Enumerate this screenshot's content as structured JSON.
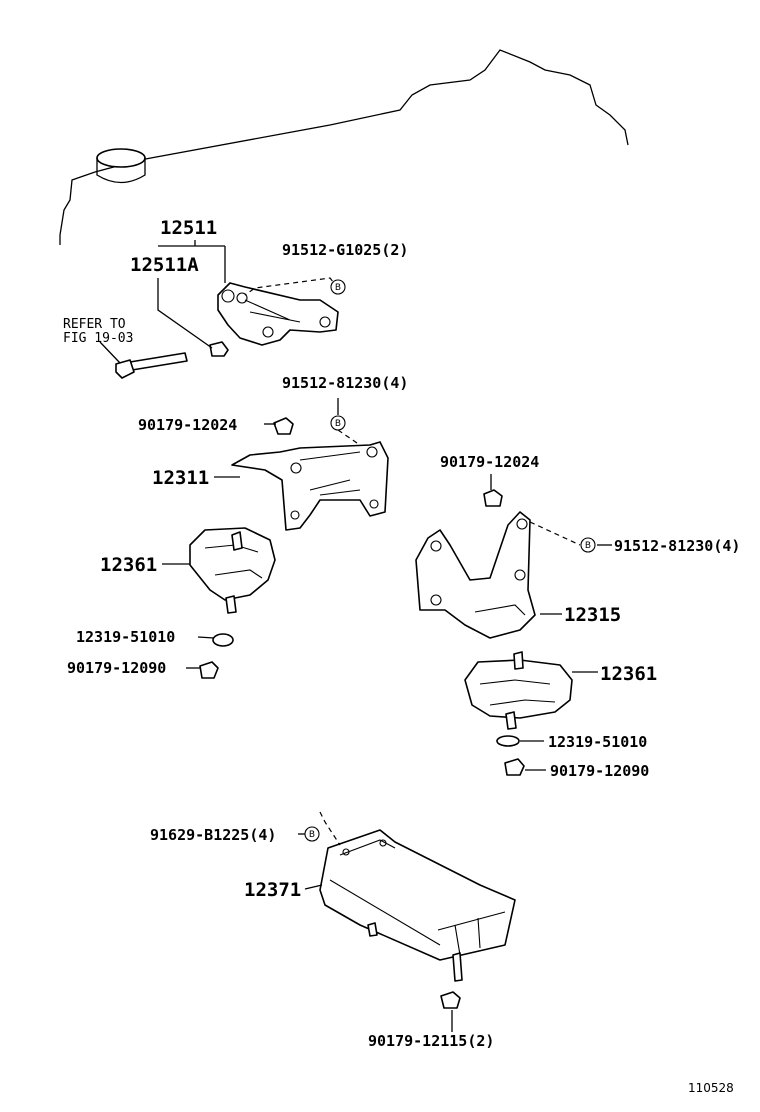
{
  "labels": {
    "p12511": "12511",
    "p12511A": "12511A",
    "refer_line1": "REFER TO",
    "refer_line2": "FIG 19-03",
    "bolt_g1025": "91512-G1025(2)",
    "bolt_81230_top": "91512-81230(4)",
    "nut_12024_left": "90179-12024",
    "p12311": "12311",
    "nut_12024_right": "90179-12024",
    "bolt_81230_right": "91512-81230(4)",
    "p12361_left": "12361",
    "p12315": "12315",
    "washer_left": "12319-51010",
    "nut_12090_left": "90179-12090",
    "p12361_right": "12361",
    "washer_right": "12319-51010",
    "nut_12090_right": "90179-12090",
    "bolt_b1225": "91629-B1225(4)",
    "p12371": "12371",
    "nut_12115": "90179-12115(2)",
    "diagram_id": "110528",
    "callout_b": "B"
  }
}
